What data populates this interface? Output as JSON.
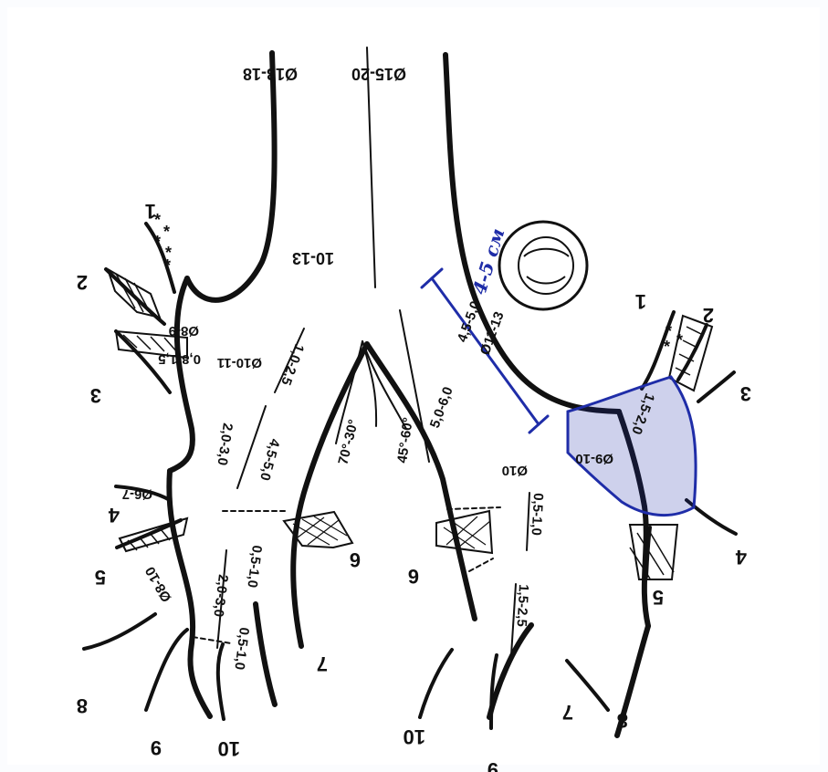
{
  "diagram": {
    "labels": {
      "trachea_left": "Ø13-18",
      "trachea_right": "Ø15-20",
      "trachea_length": "10-13",
      "left_main_diameter": "Ø8-9",
      "left_upper_length": "0,8-1,5",
      "left_upper_diameter": "Ø10-11",
      "left_mid_length": "1,0-2,5",
      "left_mid_length2": "2,0-3,0",
      "left_main_long": "4,5-5,0",
      "left_lower_diameter": "Ø6-7",
      "left_seg_length_a": "0,5-1,0",
      "left_seg_length_b": "2,0-3,0",
      "left_seg_length_c": "0,5-1,0",
      "left_lower_diameter2": "Ø8-10",
      "angle_a": "70°-30°",
      "angle_b": "45°-60°",
      "right_main_long": "5,0-6,0",
      "right_main_diameter": "Ø11-13",
      "right_main_length": "4,5-5,0",
      "right_handwritten": "4-5 см",
      "right_seg_diameter": "Ø10",
      "right_seg_diameter2": "Ø9-10",
      "right_seg_length": "1,5-2,0",
      "right_seg_small": "0,5-1,0",
      "right_lower_length": "1,5-2,5",
      "seg_1_left": "1",
      "seg_2_left": "2",
      "seg_3_left": "3",
      "seg_4_left": "4",
      "seg_5_left": "5",
      "seg_6_left": "6",
      "seg_7_left": "7",
      "seg_8_left": "8",
      "seg_9_left": "9",
      "seg_10_left": "10",
      "seg_1_right": "1",
      "seg_2_right": "2",
      "seg_3_right": "3",
      "seg_4_right": "4",
      "seg_5_right": "5",
      "seg_6_right": "6",
      "seg_7_right": "7",
      "seg_8_right": "8",
      "seg_9_right": "9",
      "seg_10_right": "10"
    },
    "colors": {
      "ink": "#111111",
      "blue_ink": "#1f2da8"
    }
  }
}
